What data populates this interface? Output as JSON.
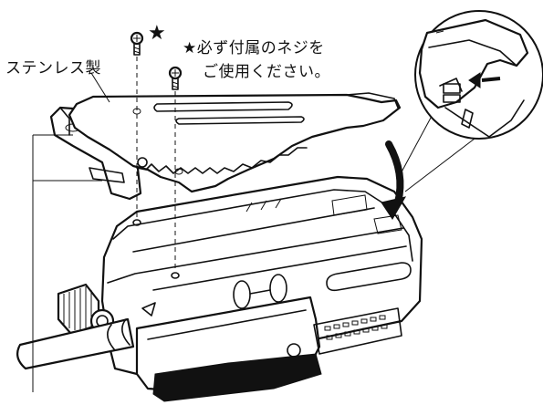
{
  "labels": {
    "material": "ステンレス製",
    "star": "★",
    "note_line1": "★必ず付属のネジを",
    "note_line2": "ご使用ください。"
  },
  "icons": [
    "screw-icon",
    "arrow-icon",
    "magnifier-callout"
  ]
}
